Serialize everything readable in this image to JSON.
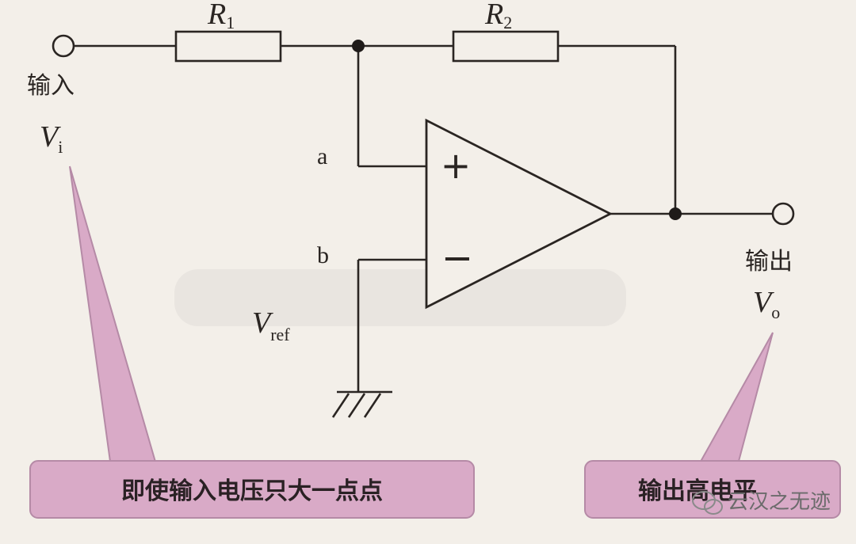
{
  "labels": {
    "r1_symbol": "R",
    "r1_sub": "1",
    "r2_symbol": "R",
    "r2_sub": "2",
    "input_text": "输入",
    "vi_symbol": "V",
    "vi_sub": "i",
    "output_text": "输出",
    "vo_symbol": "V",
    "vo_sub": "o",
    "vref_symbol": "V",
    "vref_sub": "ref",
    "node_a": "a",
    "node_b": "b",
    "plus_sign": "+",
    "minus_sign": "−"
  },
  "callouts": {
    "left_text": "即使输入电压只大一点点",
    "right_text": "输出高电平",
    "fill_color": "#d9aac7",
    "stroke_color": "#b58aa6"
  },
  "watermark": {
    "text": "云汉之无迹"
  },
  "colors": {
    "background": "#f3efe9",
    "line": "#2a2522"
  }
}
